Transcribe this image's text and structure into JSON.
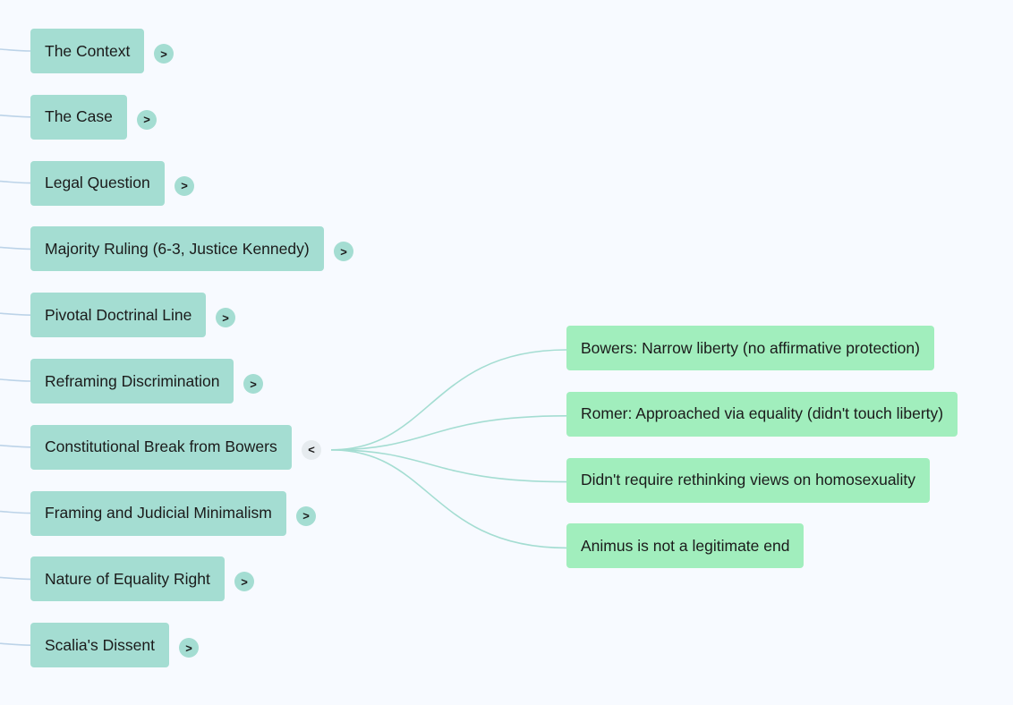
{
  "mindmap": {
    "colors": {
      "background": "#f7faff",
      "branch_node": "#a4ddd2",
      "leaf_node": "#a1eebd",
      "parent_link": "#bcd3e8",
      "child_link": "#a4ddd2"
    },
    "branches": [
      {
        "label": "The Context",
        "toggle": ">",
        "expanded": false
      },
      {
        "label": "The Case",
        "toggle": ">",
        "expanded": false
      },
      {
        "label": "Legal Question",
        "toggle": ">",
        "expanded": false
      },
      {
        "label": "Majority Ruling (6-3, Justice Kennedy)",
        "toggle": ">",
        "expanded": false
      },
      {
        "label": "Pivotal Doctrinal Line",
        "toggle": ">",
        "expanded": false
      },
      {
        "label": "Reframing Discrimination",
        "toggle": ">",
        "expanded": false
      },
      {
        "label": "Constitutional Break from Bowers",
        "toggle": "<",
        "expanded": true,
        "children": [
          {
            "label": "Bowers: Narrow liberty (no affirmative protection)"
          },
          {
            "label": "Romer: Approached via equality (didn't touch liberty)"
          },
          {
            "label": "Didn't require rethinking views on homosexuality"
          },
          {
            "label": "Animus is not a legitimate end"
          }
        ]
      },
      {
        "label": "Framing and Judicial Minimalism",
        "toggle": ">",
        "expanded": false
      },
      {
        "label": "Nature of Equality Right",
        "toggle": ">",
        "expanded": false
      },
      {
        "label": "Scalia's Dissent",
        "toggle": ">",
        "expanded": false
      }
    ]
  }
}
